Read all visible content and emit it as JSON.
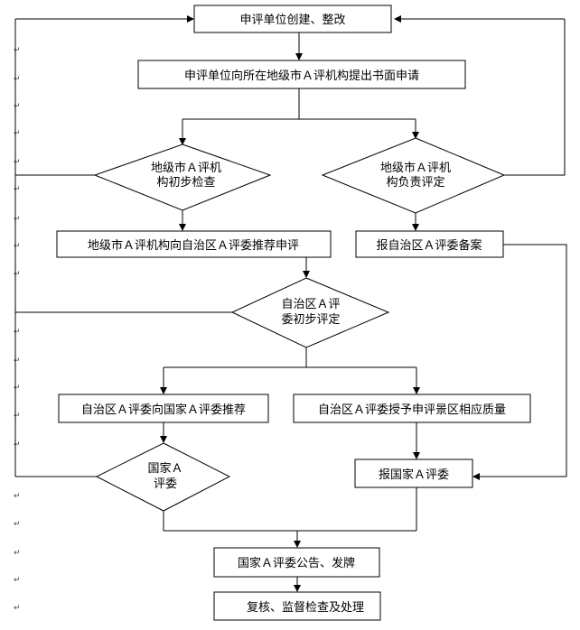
{
  "flowchart": {
    "step1": "申评单位创建、整改",
    "step2": "申评单位向所在地级市Ａ评机构提出书面申请",
    "decision_initial_check": [
      "地级市Ａ评机",
      "构初步检查"
    ],
    "decision_city_assess": [
      "地级市Ａ评机",
      "构负责评定"
    ],
    "step_recommend_region": "地级市Ａ评机构向自治区Ａ评委推荐申评",
    "step_region_file": "报自治区Ａ评委备案",
    "decision_region_assess": [
      "自治区Ａ评",
      "委初步评定"
    ],
    "step_recommend_national": "自治区Ａ评委向国家Ａ评委推荐",
    "step_region_grant": "自治区Ａ评委授予申评景区相应质量",
    "decision_national": [
      "国家Ａ",
      "评委"
    ],
    "step_report_national": "报国家Ａ评委",
    "step_announce": "国家Ａ评委公告、发牌",
    "step_review": "复核、监督检查及处理"
  }
}
